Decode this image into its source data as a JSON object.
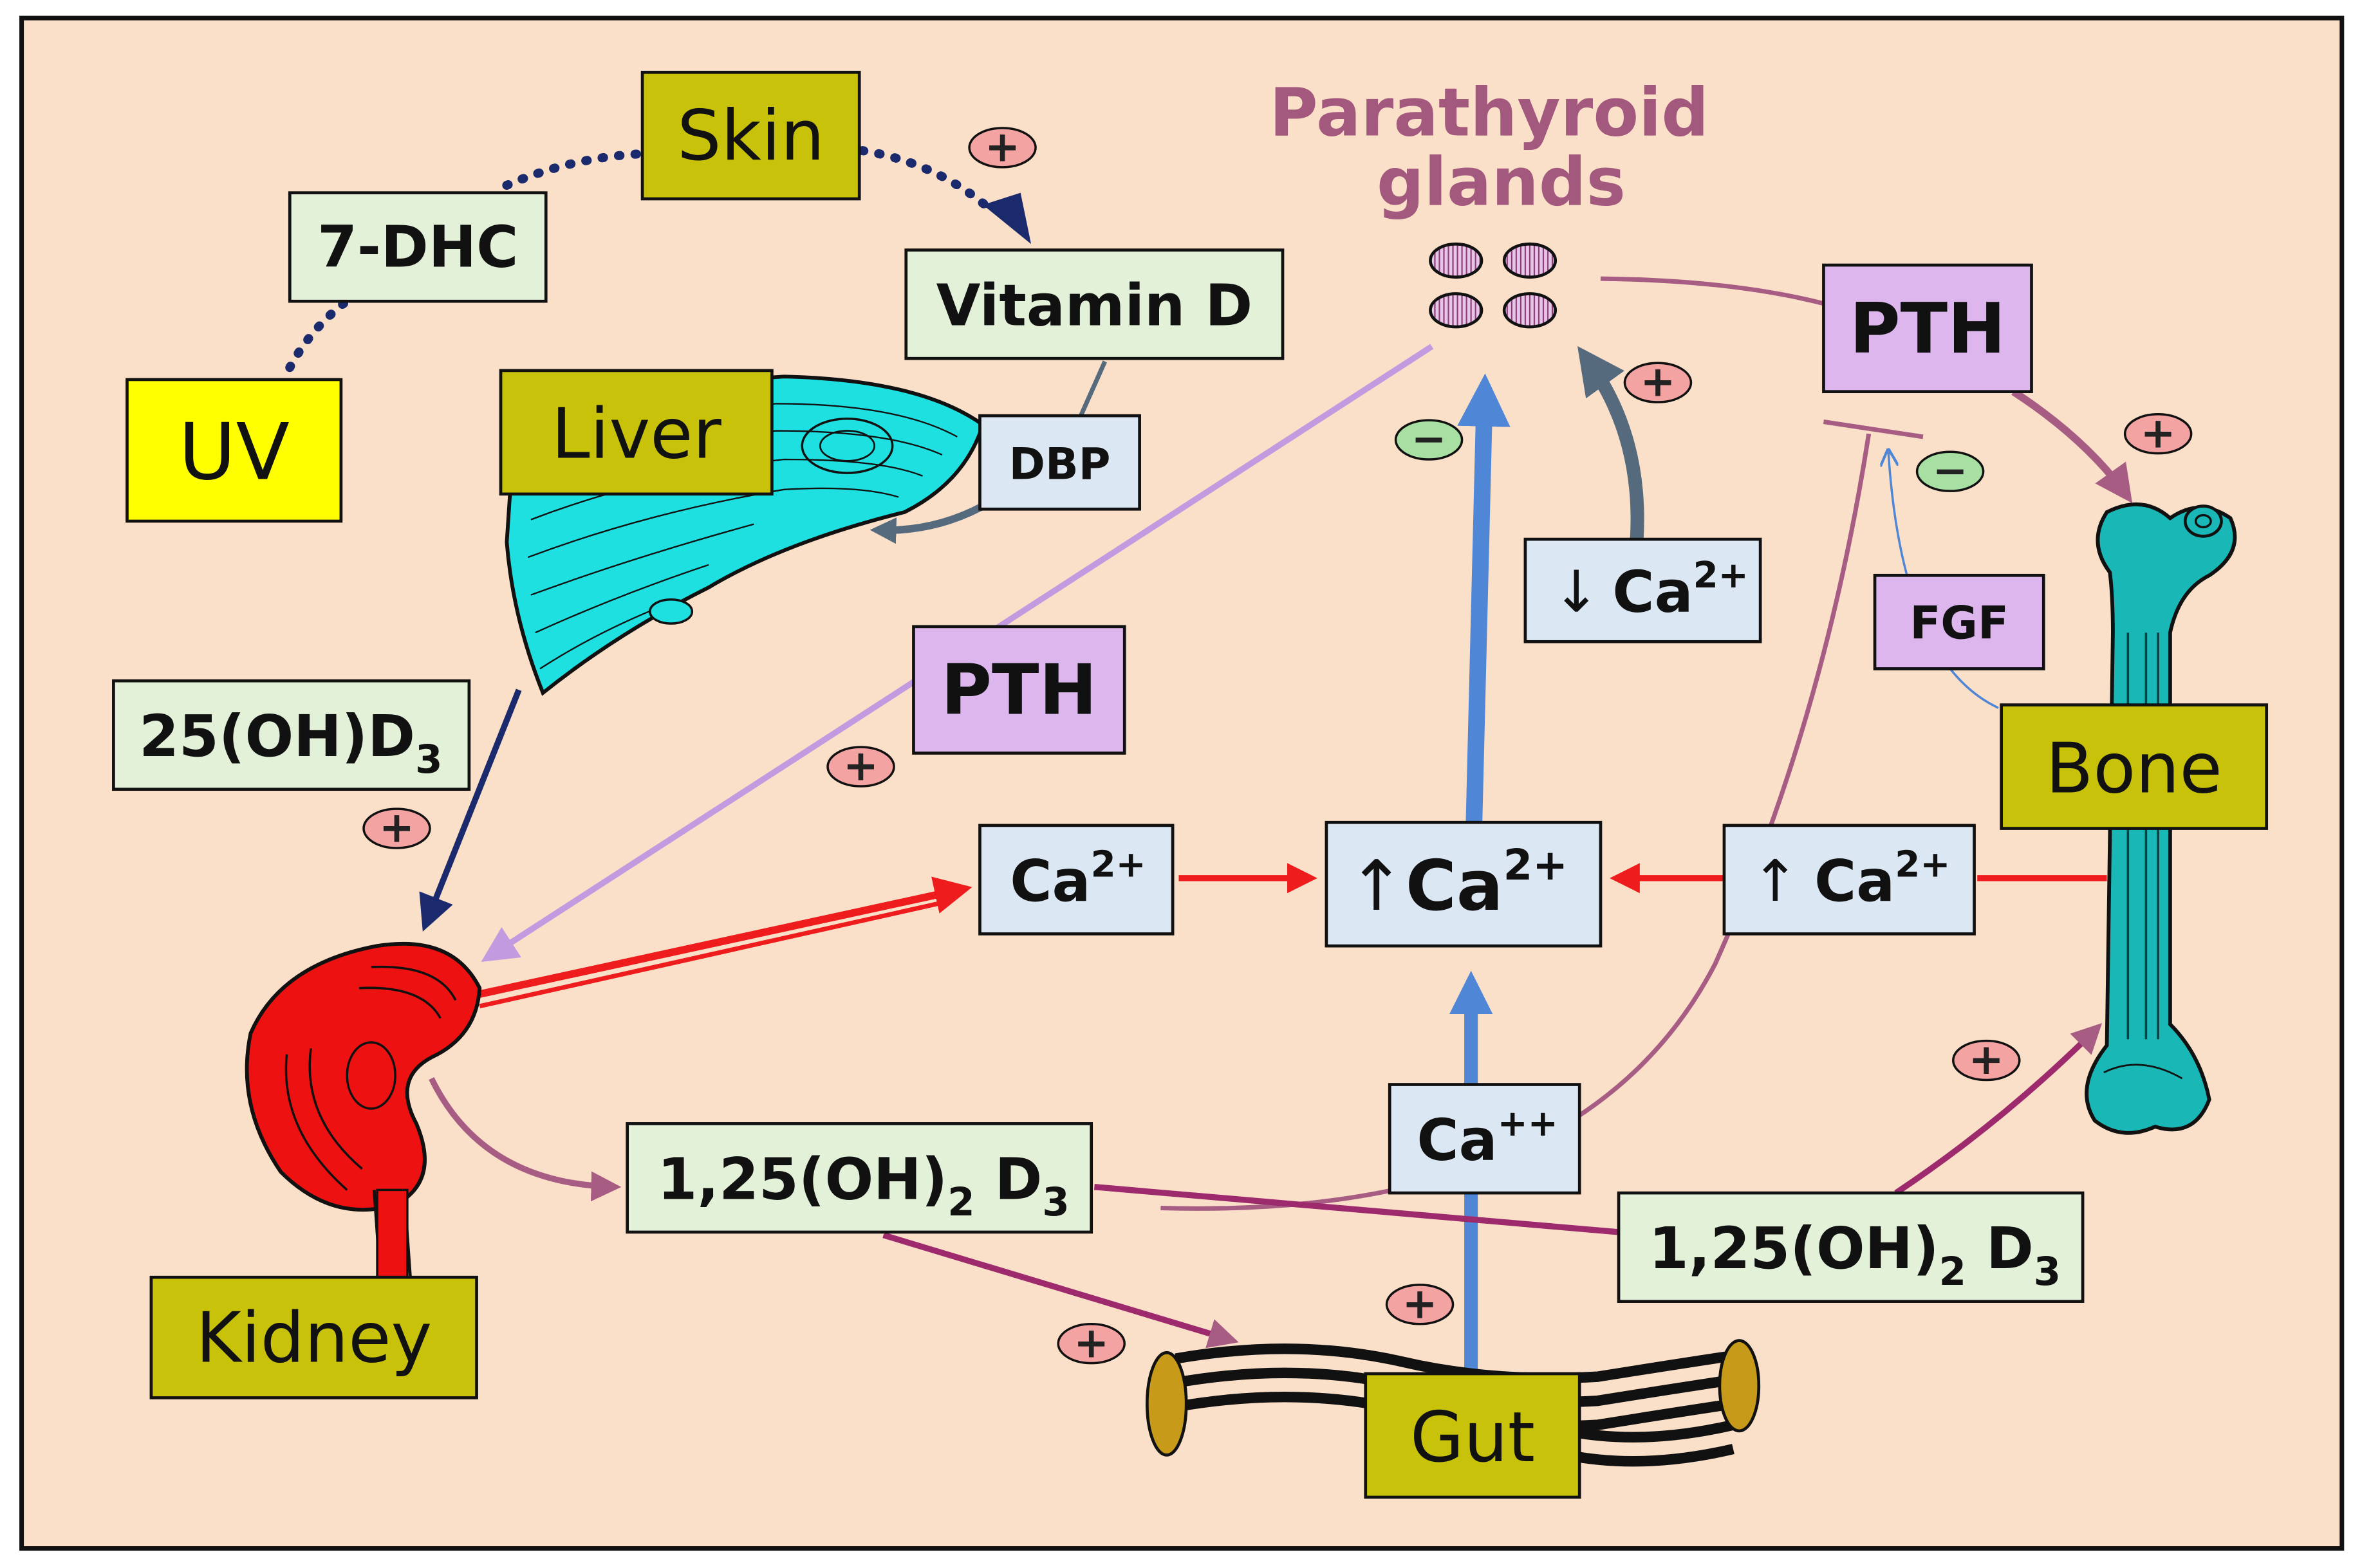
{
  "colors": {
    "background": "#fbe0c9",
    "frame": "#111111",
    "organ_box": "#c9c20a",
    "uv_box": "#ffff00",
    "light_box": "#e3f1d9",
    "ion_box": "#dbe8f4",
    "pth_box": "#dcb6ec",
    "title": "#a3587e",
    "red_arrow": "#ee1c1c",
    "blue_arrow": "#4f86d6",
    "pth_line": "#a75c84",
    "lilac_line": "#c29ae0",
    "navy": "#1a2a6c",
    "slate": "#566a7e",
    "plus_fill": "#f4a3a3",
    "minus_fill": "#a8dfa2",
    "liver": "#1ee0e0",
    "kidney": "#ee1111",
    "gut_cap": "#c89a1a"
  },
  "icons": [
    "parathyroid-glands-icon",
    "liver-icon",
    "kidney-icon",
    "bone-icon",
    "gut-icon"
  ],
  "title": {
    "line1": "Parathyroid",
    "line2": "glands"
  },
  "organs": {
    "skin": "Skin",
    "uv": "UV",
    "liver": "Liver",
    "kidney": "Kidney",
    "bone": "Bone",
    "gut": "Gut"
  },
  "labels": {
    "seven_dhc": "7-DHC",
    "vitamin_d": "Vitamin D",
    "dbp": "DBP",
    "d25_pre": "25(OH)D",
    "d25_sub": "3",
    "pth_top": "PTH",
    "pth_mid": "PTH",
    "fgf": "FGF",
    "low_ca_arrow": "↓",
    "low_ca": "Ca",
    "low_ca_sup": "2+",
    "ca_left": "Ca",
    "ca_left_sup": "2+",
    "ca_center_arrow": "↑",
    "ca_center": "Ca",
    "ca_center_sup": "2+",
    "ca_right_arrow": "↑",
    "ca_right": "Ca",
    "ca_right_sup": "2+",
    "ca_gut": "Ca",
    "ca_gut_sup": "++",
    "calcitriol_left": {
      "a": "1,25(OH)",
      "b": "2",
      "c": " D",
      "d": "3"
    },
    "calcitriol_right": {
      "a": "1,25(OH)",
      "b": "2",
      "c": " D",
      "d": "3"
    }
  },
  "signs": {
    "plus": "+",
    "minus": "−"
  }
}
